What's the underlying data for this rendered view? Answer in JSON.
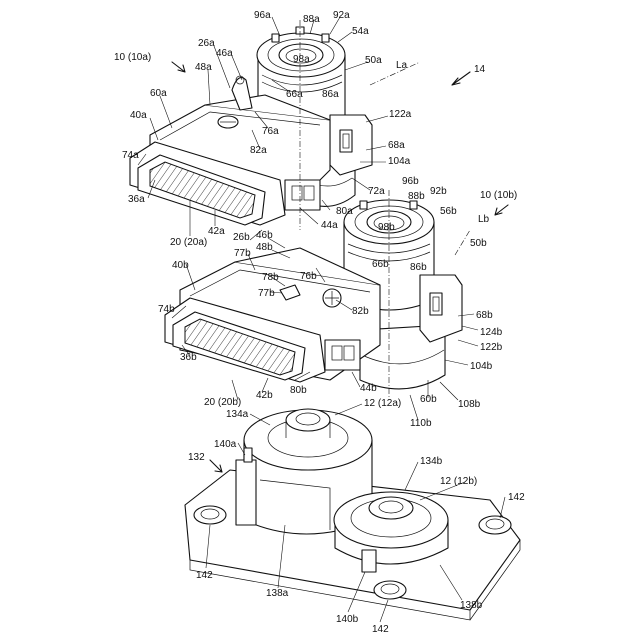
{
  "figure": {
    "labels": {
      "l96a": "96a",
      "l88a": "88a",
      "l92a": "92a",
      "l54a": "54a",
      "l98a": "98a",
      "l50a": "50a",
      "lLa": "La",
      "l14": "14",
      "l10a": "10 (10a)",
      "l26a": "26a",
      "l46a": "46a",
      "l48a": "48a",
      "l66a": "66a",
      "l86a": "86a",
      "l122a": "122a",
      "l60a": "60a",
      "l40a": "40a",
      "l76a": "76a",
      "l68a": "68a",
      "l82a": "82a",
      "l104a": "104a",
      "l74a": "74a",
      "l72a": "72a",
      "l96b": "96b",
      "l92b": "92b",
      "l88b": "88b",
      "l10b": "10 (10b)",
      "l36a": "36a",
      "l80a": "80a",
      "l56b": "56b",
      "l44a": "44a",
      "lLb": "Lb",
      "l98b": "98b",
      "l42a": "42a",
      "l26b": "26b",
      "l46b": "46b",
      "l50b": "50b",
      "l20a": "20 (20a)",
      "l48b": "48b",
      "l86b": "86b",
      "l66b": "66b",
      "l77b_top": "77b",
      "l76b": "76b",
      "l40b": "40b",
      "l78b": "78b",
      "l77b_mid": "77b",
      "l82b": "82b",
      "l74b": "74b",
      "l68b": "68b",
      "l124b": "124b",
      "l122b": "122b",
      "l36b": "36b",
      "l104b": "104b",
      "l42b": "42b",
      "l80b": "80b",
      "l44b": "44b",
      "l20b": "20 (20b)",
      "l60b": "60b",
      "l108b": "108b",
      "l12a": "12 (12a)",
      "l110b": "110b",
      "l134a": "134a",
      "l140a": "140a",
      "l132": "132",
      "l134b": "134b",
      "l12b": "12 (12b)",
      "l142_right": "142",
      "l142_left": "142",
      "l138a": "138a",
      "l140b": "140b",
      "l138b": "138b",
      "l142_bottom": "142"
    }
  }
}
